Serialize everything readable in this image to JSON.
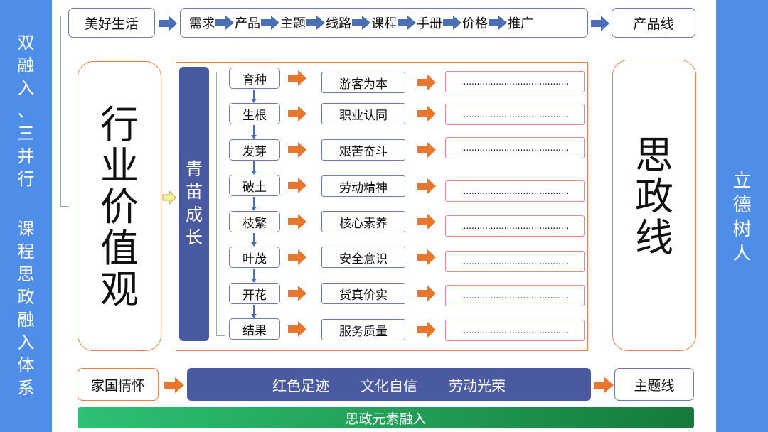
{
  "left_sidebar": {
    "line1": [
      "双",
      "融",
      "入",
      "、",
      "三",
      "并",
      "行"
    ],
    "line2": [
      "课",
      "程",
      "思",
      "政",
      "融",
      "入",
      "体",
      "系"
    ]
  },
  "right_sidebar": {
    "text": [
      "立",
      "德",
      "树",
      "人"
    ]
  },
  "top_row": {
    "start": "美好生活",
    "chain": [
      "需求",
      "产品",
      "主题",
      "线路",
      "课程",
      "手册",
      "价格",
      "推广"
    ],
    "end": "产品线"
  },
  "industry_values": [
    "行",
    "业",
    "价",
    "值",
    "观"
  ],
  "growth_label": [
    "青",
    "苗",
    "成",
    "长"
  ],
  "stages": [
    "育种",
    "生根",
    "发芽",
    "破土",
    "枝繁",
    "叶茂",
    "开花",
    "结果"
  ],
  "values": [
    "游客为本",
    "职业认同",
    "艰苦奋斗",
    "劳动精神",
    "核心素养",
    "安全意识",
    "货真价实",
    "服务质量"
  ],
  "placeholders": [
    "........................................",
    "........................................",
    "........................................",
    "........................................",
    "........................................",
    "........................................",
    "........................................",
    "........................................"
  ],
  "ideology_line": [
    "思",
    "政",
    "线"
  ],
  "bottom_row": {
    "start": "家国情怀",
    "themes": [
      "红色足迹",
      "文化自信",
      "劳动光荣"
    ],
    "end": "主题线"
  },
  "footer_bar": "思政元素融入",
  "colors": {
    "sidebar": "#4f8ee8",
    "bar": "#4a5aa0",
    "orange": "#e8834a",
    "green": "#1f9a52"
  }
}
